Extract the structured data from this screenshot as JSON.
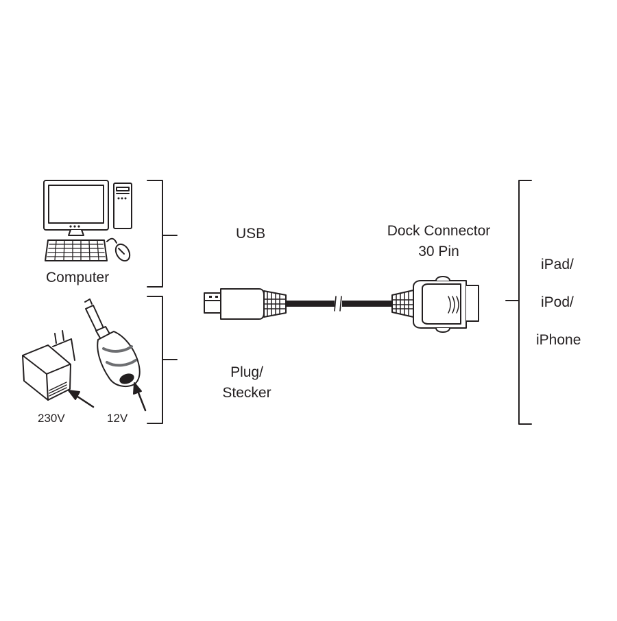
{
  "labels": {
    "computer": "Computer",
    "usb": "USB",
    "dock_line1": "Dock Connector",
    "dock_line2": "30 Pin",
    "plug_line1": "Plug/",
    "plug_line2": "Stecker",
    "v230": "230V",
    "v12": "12V",
    "ipad": "iPad/",
    "ipod": "iPod/",
    "iphone": "iPhone"
  },
  "icons": {
    "computer": "desktop-computer-icon",
    "wall_charger": "wall-charger-icon",
    "car_charger": "car-charger-icon",
    "usb_plug": "usb-plug-icon",
    "dock_plug": "dock-connector-icon"
  },
  "colors": {
    "line": "#231f20",
    "background": "#ffffff"
  }
}
